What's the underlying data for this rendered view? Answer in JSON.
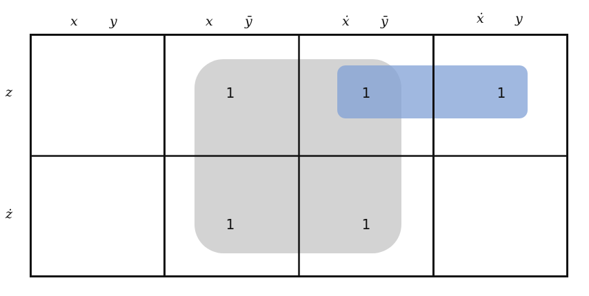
{
  "column_headers": [
    {
      "var1": "x",
      "var2": "y"
    },
    {
      "var1": "x",
      "var2": "ȳ"
    },
    {
      "var1": "ẋ",
      "var2": "ȳ"
    },
    {
      "var1": "ẋ",
      "var2": "y"
    }
  ],
  "row_headers": [
    "z",
    "ż"
  ],
  "cells": [
    [
      "",
      "1",
      "1",
      "1"
    ],
    [
      "",
      "1",
      "1",
      ""
    ]
  ],
  "groups": [
    {
      "color": "#bebebe"
    },
    {
      "color": "#80a0d6"
    }
  ]
}
